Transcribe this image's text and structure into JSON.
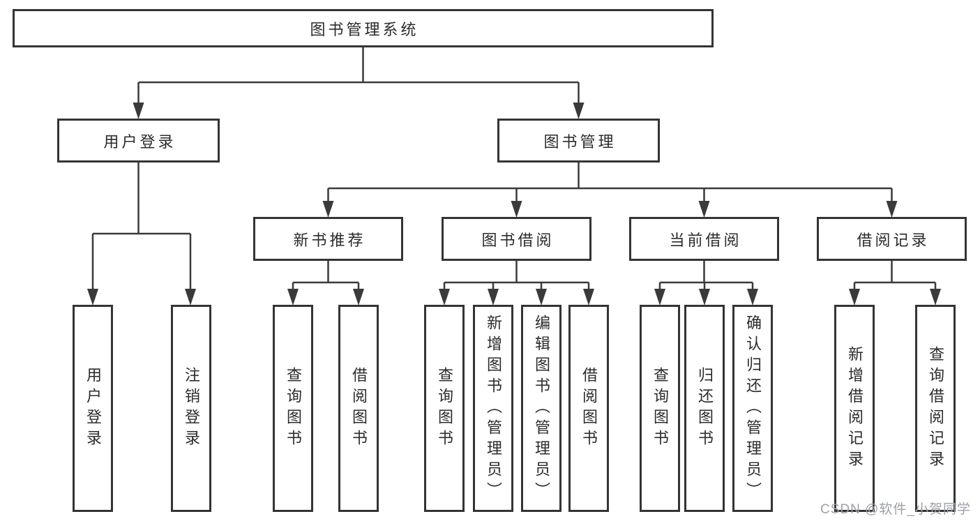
{
  "diagram": {
    "root": {
      "label": "图书管理系统"
    },
    "level2": [
      {
        "label": "用户登录"
      },
      {
        "label": "图书管理"
      }
    ],
    "level3": [
      {
        "label": "新书推荐"
      },
      {
        "label": "图书借阅"
      },
      {
        "label": "当前借阅"
      },
      {
        "label": "借阅记录"
      }
    ],
    "leaves": {
      "user_login": [
        "用户登录",
        "注销登录"
      ],
      "new_book_recommend": [
        "查询图书",
        "借阅图书"
      ],
      "book_borrow": [
        "查询图书",
        "新增图书（管理员）",
        "编辑图书（管理员）",
        "借阅图书"
      ],
      "current_borrow": [
        "查询图书",
        "归还图书",
        "确认归还（管理员）"
      ],
      "borrow_records": [
        "新增借阅记录",
        "查询借阅记录"
      ]
    }
  },
  "colors": {
    "line": "#3a3a3a",
    "box_border": "#343434",
    "text": "#2b2b2b",
    "watermark": "#9da0a8"
  },
  "watermark": {
    "text": "CSDN @软件_小贺同学"
  }
}
